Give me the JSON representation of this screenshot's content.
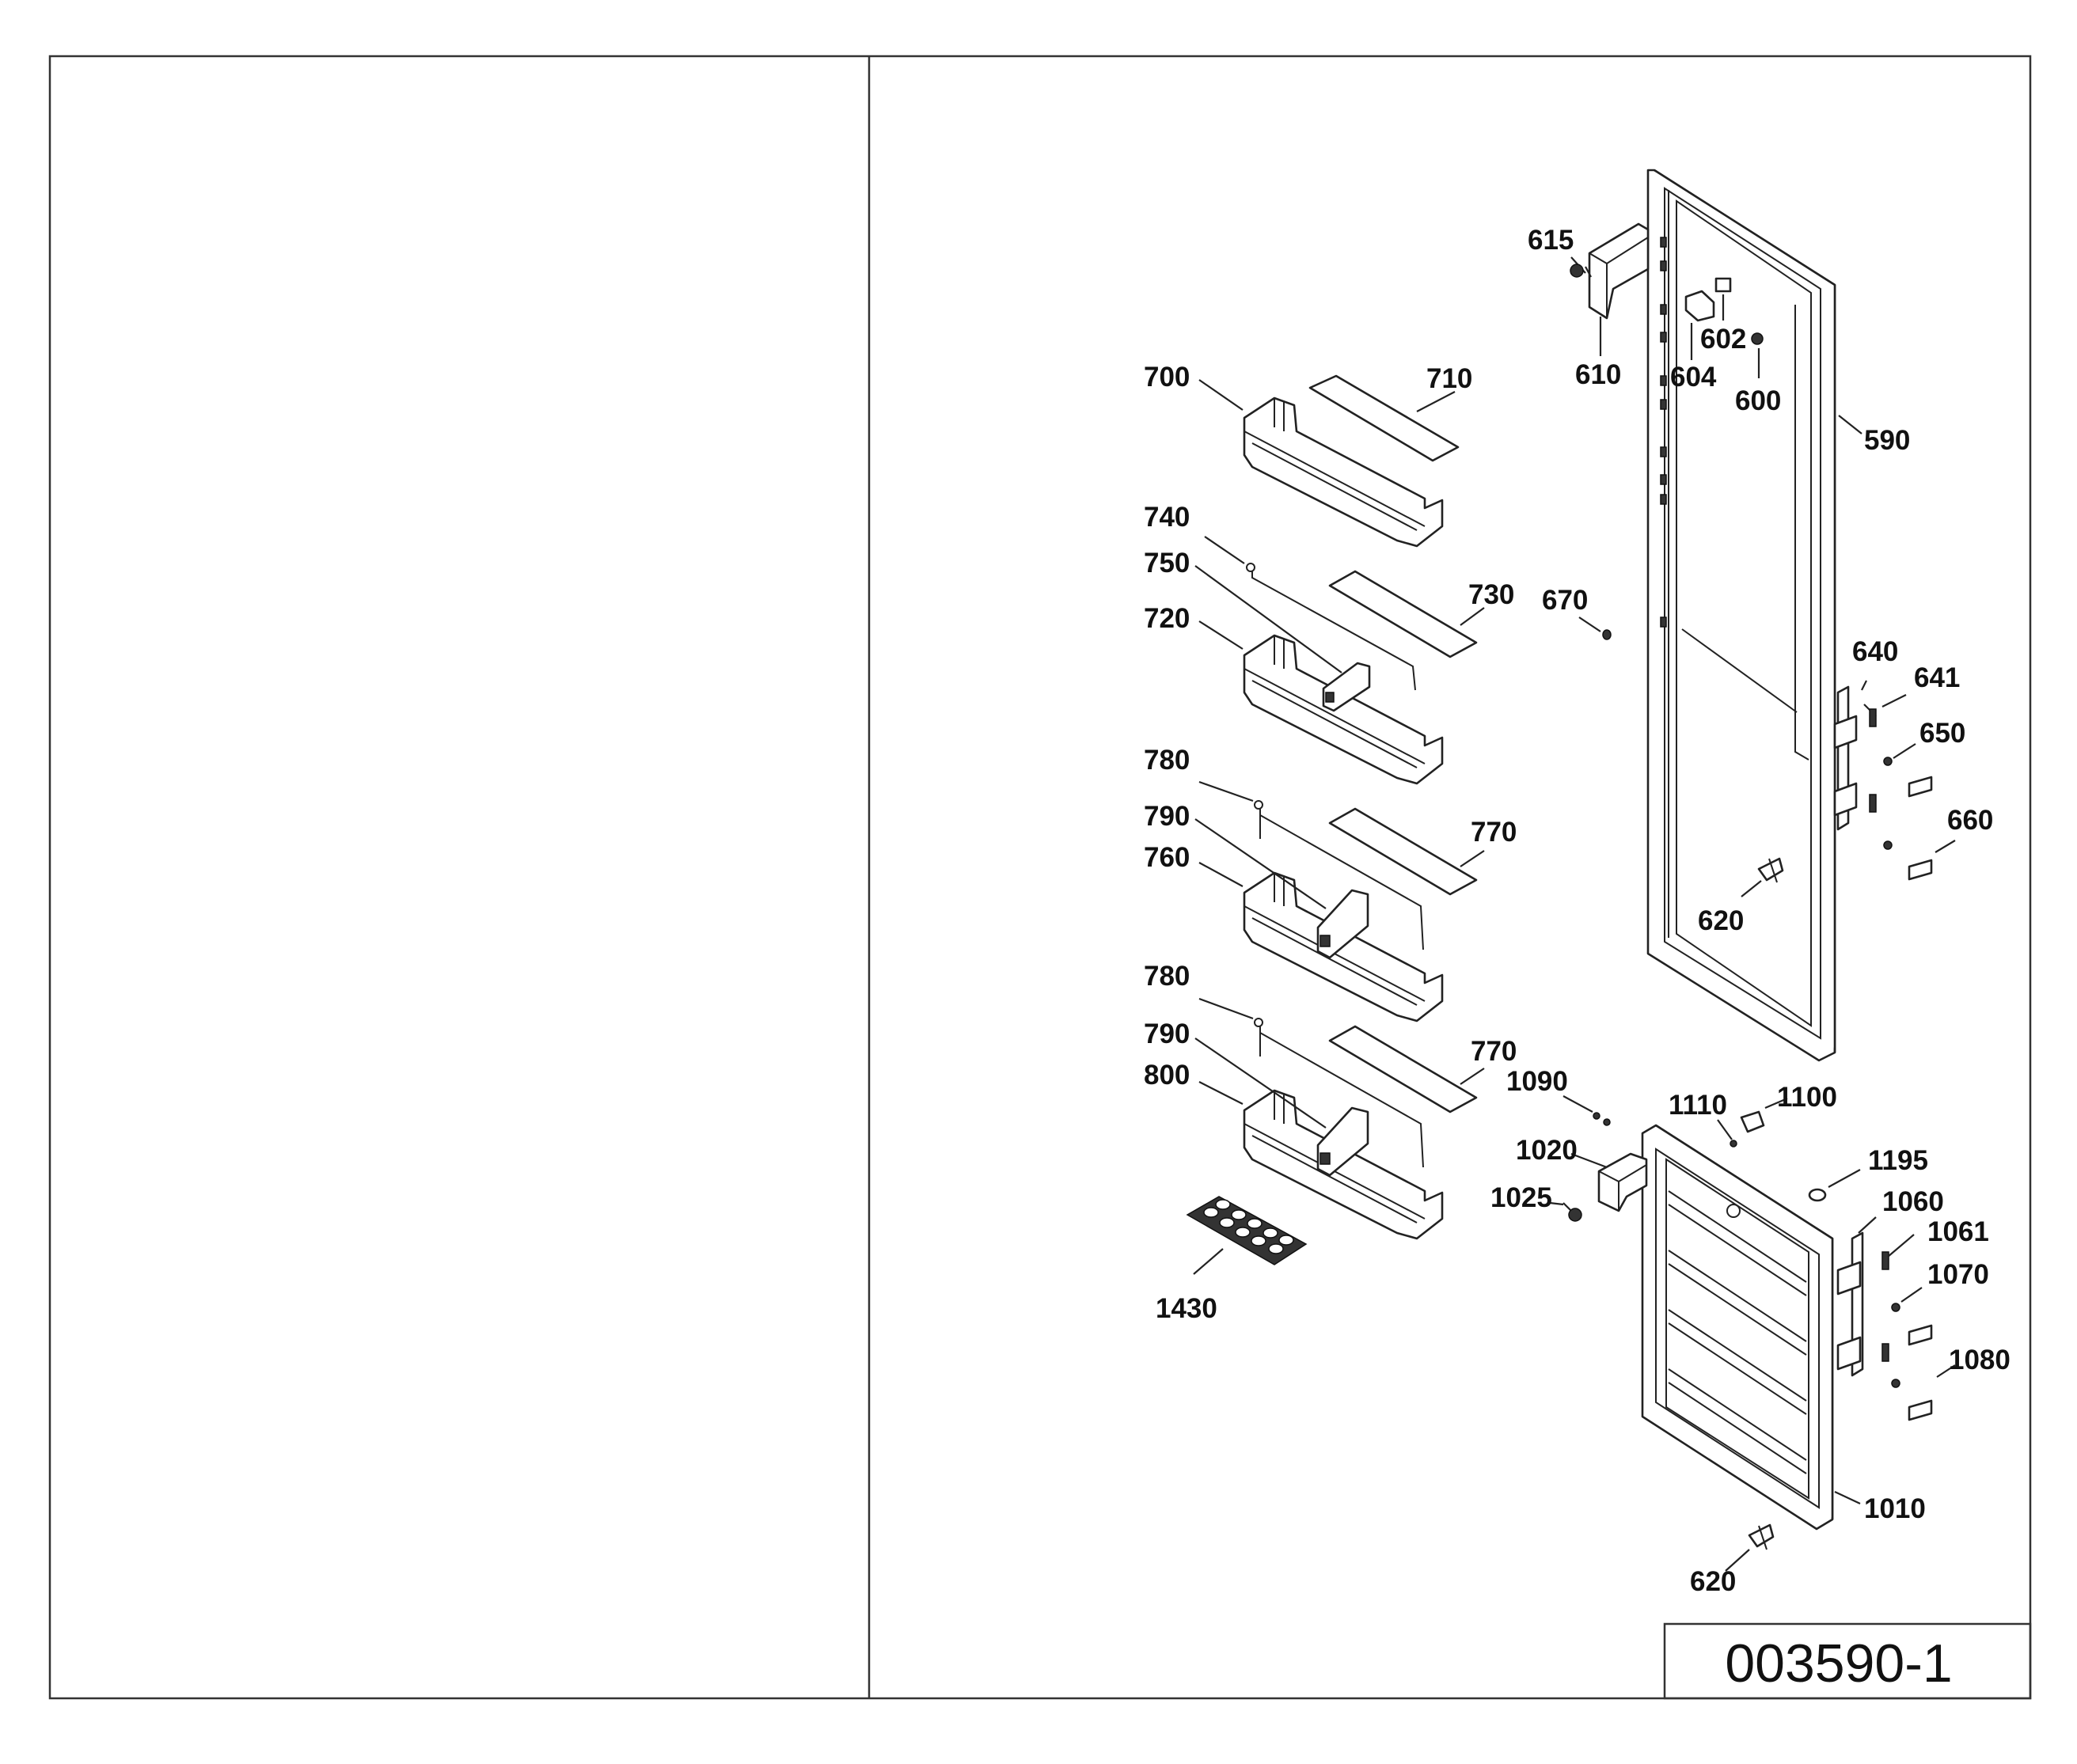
{
  "drawing_number": "003590-1",
  "part_labels": [
    {
      "id": "615",
      "text": "615"
    },
    {
      "id": "610",
      "text": "610"
    },
    {
      "id": "604",
      "text": "604"
    },
    {
      "id": "602",
      "text": "602"
    },
    {
      "id": "600",
      "text": "600"
    },
    {
      "id": "590",
      "text": "590"
    },
    {
      "id": "700",
      "text": "700"
    },
    {
      "id": "710",
      "text": "710"
    },
    {
      "id": "740",
      "text": "740"
    },
    {
      "id": "750",
      "text": "750"
    },
    {
      "id": "730",
      "text": "730"
    },
    {
      "id": "720",
      "text": "720"
    },
    {
      "id": "670",
      "text": "670"
    },
    {
      "id": "640",
      "text": "640"
    },
    {
      "id": "641",
      "text": "641"
    },
    {
      "id": "650",
      "text": "650"
    },
    {
      "id": "660",
      "text": "660"
    },
    {
      "id": "620a",
      "text": "620"
    },
    {
      "id": "780a",
      "text": "780"
    },
    {
      "id": "790a",
      "text": "790"
    },
    {
      "id": "770a",
      "text": "770"
    },
    {
      "id": "760",
      "text": "760"
    },
    {
      "id": "780b",
      "text": "780"
    },
    {
      "id": "790b",
      "text": "790"
    },
    {
      "id": "770b",
      "text": "770"
    },
    {
      "id": "800",
      "text": "800"
    },
    {
      "id": "1090",
      "text": "1090"
    },
    {
      "id": "1110",
      "text": "1110"
    },
    {
      "id": "1100",
      "text": "1100"
    },
    {
      "id": "1020",
      "text": "1020"
    },
    {
      "id": "1195",
      "text": "1195"
    },
    {
      "id": "1025",
      "text": "1025"
    },
    {
      "id": "1060",
      "text": "1060"
    },
    {
      "id": "1061",
      "text": "1061"
    },
    {
      "id": "1070",
      "text": "1070"
    },
    {
      "id": "1080",
      "text": "1080"
    },
    {
      "id": "1430",
      "text": "1430"
    },
    {
      "id": "1010",
      "text": "1010"
    },
    {
      "id": "620b",
      "text": "620"
    }
  ]
}
